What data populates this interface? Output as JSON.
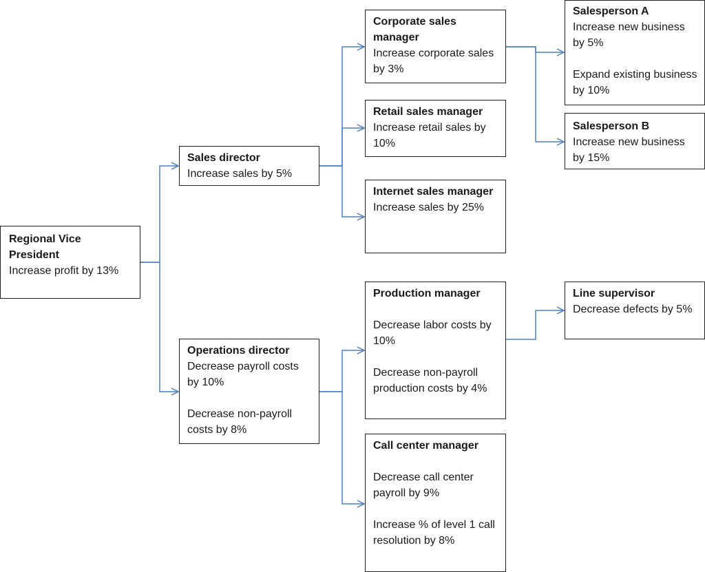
{
  "nodes": {
    "rvp": {
      "title": "Regional Vice President",
      "goals": [
        "Increase profit by 13%"
      ]
    },
    "sales_dir": {
      "title": "Sales director",
      "goals": [
        "Increase sales by 5%"
      ]
    },
    "ops_dir": {
      "title": "Operations director",
      "goals": [
        "Decrease payroll costs by 10%",
        "Decrease non-payroll costs by 8%"
      ]
    },
    "corp": {
      "title": "Corporate sales manager",
      "goals": [
        "Increase corporate sales by 3%"
      ]
    },
    "retail": {
      "title": "Retail sales manager",
      "goals": [
        "Increase retail sales by 10%"
      ]
    },
    "internet": {
      "title": "Internet sales manager",
      "goals": [
        "Increase sales by 25%"
      ]
    },
    "prod": {
      "title": "Production manager",
      "goals": [
        "Decrease labor costs by 10%",
        "Decrease non-payroll production costs by 4%"
      ]
    },
    "call": {
      "title": "Call center manager",
      "goals": [
        "Decrease call center payroll by 9%",
        "Increase % of level 1 call resolution by 8%"
      ]
    },
    "sp_a": {
      "title": "Salesperson A",
      "goals": [
        "Increase new business by 5%",
        "Expand existing business by 10%"
      ]
    },
    "sp_b": {
      "title": "Salesperson B",
      "goals": [
        "Increase new business by 15%"
      ]
    },
    "line": {
      "title": "Line supervisor",
      "goals": [
        "Decrease defects by 5%"
      ]
    }
  },
  "edges": [
    [
      "rvp",
      "sales_dir"
    ],
    [
      "rvp",
      "ops_dir"
    ],
    [
      "sales_dir",
      "corp"
    ],
    [
      "sales_dir",
      "retail"
    ],
    [
      "sales_dir",
      "internet"
    ],
    [
      "ops_dir",
      "prod"
    ],
    [
      "ops_dir",
      "call"
    ],
    [
      "corp",
      "sp_a"
    ],
    [
      "corp",
      "sp_b"
    ],
    [
      "prod",
      "line"
    ]
  ],
  "colors": {
    "connector": "#4f7fbd",
    "border": "#1f1f1f"
  }
}
